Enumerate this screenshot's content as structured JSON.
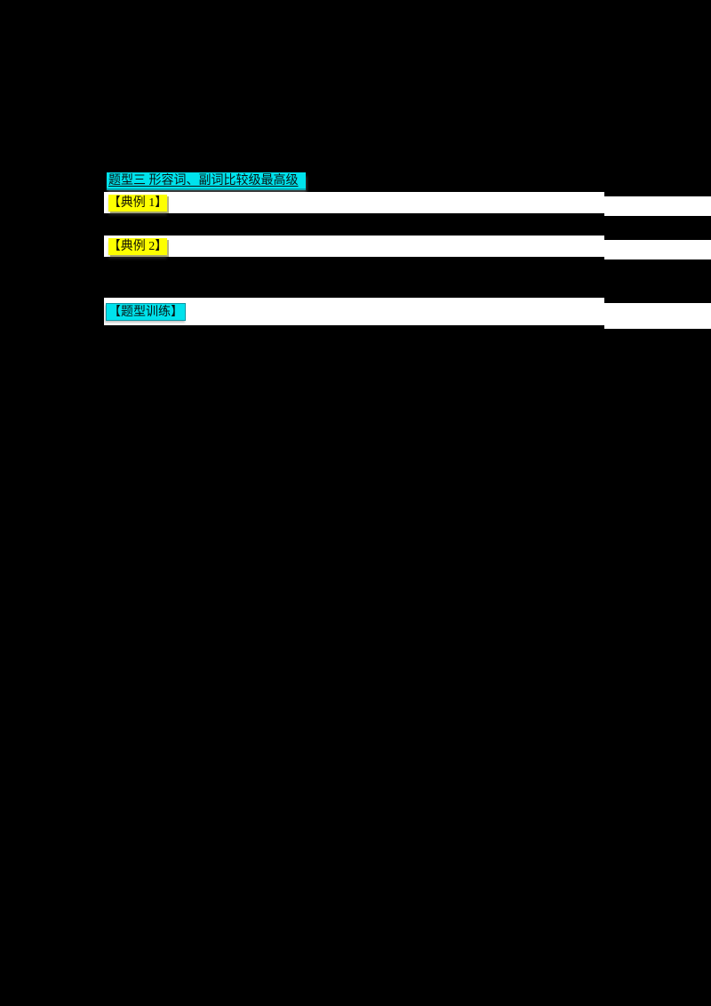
{
  "document": {
    "kind": "scanned worksheet page",
    "language": "zh-CN",
    "background_color": "#000000"
  },
  "colors": {
    "cyan_highlight": "#00e2ec",
    "yellow_highlight": "#fdff00",
    "white_band": "#ffffff",
    "heading_text": "#0b1212"
  },
  "heading": {
    "title": "题型三 形容词、副词比较级最高级"
  },
  "examples": {
    "example1_label": "【典例 1】",
    "example2_label": "【典例 2】"
  },
  "training": {
    "label": "【题型训练】"
  }
}
